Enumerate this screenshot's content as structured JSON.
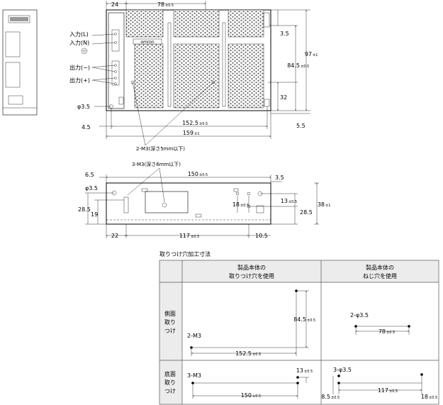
{
  "front_view": {
    "dims": {
      "d24": "24",
      "d78": "78",
      "d78_tol": "±0.5",
      "d3_5": "3.5",
      "d97": "97",
      "d97_tol": "±1",
      "d84_5": "84.5",
      "d84_5_tol": "±0.5",
      "d32": "32",
      "d5_5": "5.5",
      "d4_5": "4.5",
      "d152_5": "152.5",
      "d152_5_tol": "±0.5",
      "d159": "159",
      "d159_tol": "±1",
      "phi3_5": "φ3.5"
    },
    "terminals": {
      "input_l": "入力(L)",
      "input_n": "入力(N)",
      "output_minus": "出力(−)",
      "output_plus": "出力(+)"
    },
    "note_2m3": "2-M3(深さ5mm以下)",
    "brand": "omron"
  },
  "bottom_view": {
    "note_3m3": "3-M3(深さ6mm以下)",
    "dims": {
      "d6_5": "6.5",
      "d150": "150",
      "d150_tol": "±0.5",
      "d3_5": "3.5",
      "phi3_5": "φ3.5",
      "d28_5_left": "28.5",
      "d19": "19",
      "d18": "18",
      "d18_tol": "±0.5",
      "d13": "13",
      "d13_tol": "±0.5",
      "d38": "38",
      "d38_tol": "±1",
      "d28_5_right": "28.5",
      "d22": "22",
      "d117": "117",
      "d117_tol": "±0.5",
      "d10_5": "10.5"
    }
  },
  "table": {
    "title": "取りつけ穴加工寸法",
    "col1_line1": "製品本体の",
    "col1_line2": "取りつけ穴を使用",
    "col2_line1": "製品本体の",
    "col2_line2": "ねじ穴を使用",
    "row1_label": [
      "側面",
      "取り",
      "つけ"
    ],
    "row2_label": [
      "底面",
      "取り",
      "つけ"
    ],
    "cell_side_mount": {
      "screw": "2-M3",
      "d152_5": "152.5",
      "d152_5_tol": "±0.5",
      "d84_5": "84.5",
      "d84_5_tol": "±0.5"
    },
    "cell_side_tap": {
      "hole": "2-φ3.5",
      "d78": "78",
      "d78_tol": "±0.5"
    },
    "cell_bottom_mount": {
      "screw": "3-M3",
      "d150": "150",
      "d150_tol": "±0.5",
      "d13": "13",
      "d13_tol": "±0.5"
    },
    "cell_bottom_tap": {
      "hole": "3-φ3.5",
      "d8_5": "8.5",
      "d8_5_tol": "±0.5",
      "d117": "117",
      "d117_tol": "±0.5",
      "d18": "18",
      "d18_tol": "±0.5"
    }
  }
}
